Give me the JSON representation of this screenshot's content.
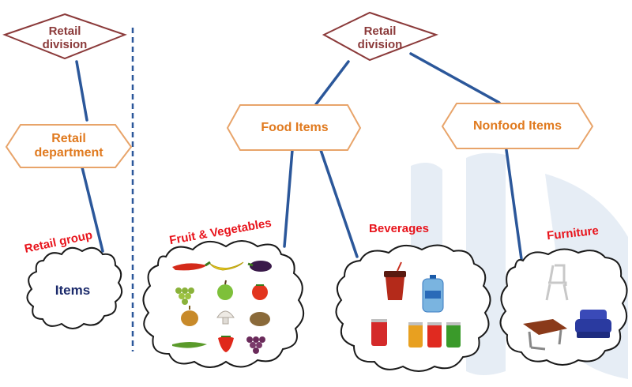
{
  "left_hierarchy": {
    "division": "Retail\ndivision",
    "department": "Retail\ndepartment",
    "group": "Retail group",
    "items": "Items"
  },
  "right_hierarchy": {
    "division": "Retail\ndivision",
    "food": "Food Items",
    "nonfood": "Nonfood Items",
    "groups": {
      "fruit": "Fruit & Vegetables",
      "beverages": "Beverages",
      "furniture": "Furniture"
    }
  },
  "colors": {
    "maroon_text": "#8b3a3a",
    "orange_text": "#e07a1f",
    "red_text": "#e8141c",
    "navy_text": "#1b2a6b",
    "connector": "#2b579a",
    "shape_border": "#e8a46a"
  },
  "icons": {
    "fruit": [
      "chili-pepper-icon",
      "banana-icon",
      "eggplant-icon",
      "grapes-icon",
      "apple-icon",
      "tomato-icon",
      "onion-icon",
      "mushroom-icon",
      "potato-icon",
      "cucumber-icon",
      "strawberry-icon",
      "red-grapes-icon"
    ],
    "beverages": [
      "soda-cup-icon",
      "water-bottle-icon",
      "soda-can-icon",
      "cola-cans-icon"
    ],
    "furniture": [
      "chair-icon",
      "desk-icon",
      "armchair-icon"
    ]
  }
}
